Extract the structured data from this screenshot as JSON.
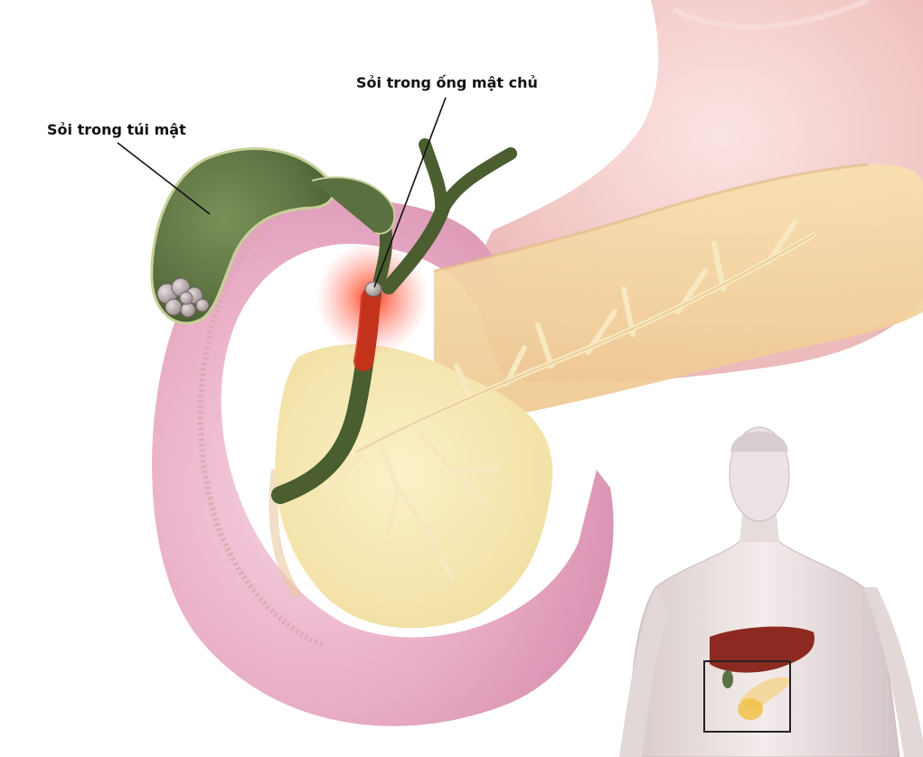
{
  "labels": {
    "gallbladder_stones": "Sỏi trong túi mật",
    "common_bile_duct_stone": "Sỏi trong ống mật chủ"
  },
  "icons": {
    "inset": "human-torso-with-liver-and-pancreas"
  },
  "colors": {
    "stomach": "#f2c8c6",
    "duodenum": "#eab0c8",
    "pancreas": "#f4d8a0",
    "pancreatic_duct": "#f8e4b8",
    "gallbladder": "#5a7040",
    "bile_duct": "#4a5e30",
    "inflammation": "#ff3020",
    "stones": "#c4b8b8",
    "liver": "#8c2a22",
    "inset_frame": "#222222"
  }
}
